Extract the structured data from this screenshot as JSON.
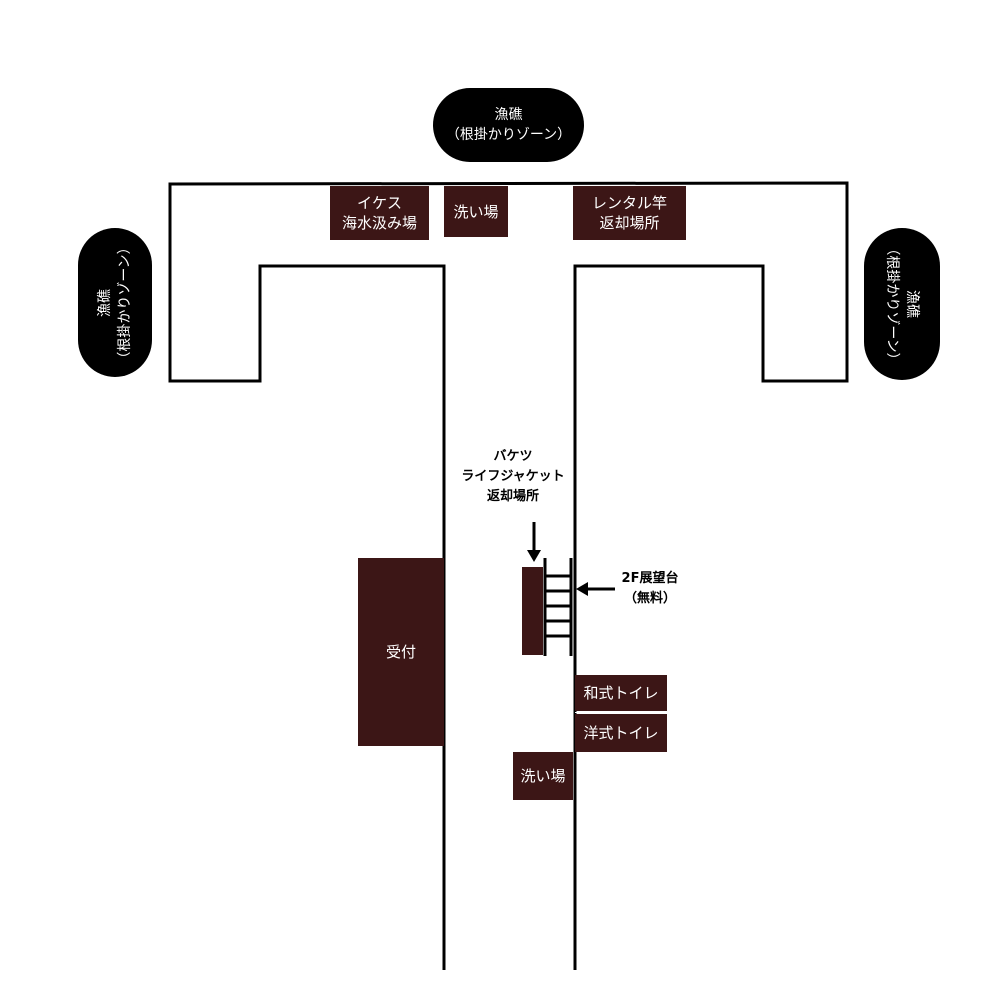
{
  "colors": {
    "facility": "#3c1616",
    "line": "#000000",
    "pill": "#000000",
    "background": "#ffffff"
  },
  "zones": {
    "top": "漁礁\n（根掛かりゾーン）",
    "left": "漁礁\n（根掛かりゾーン）",
    "right": "漁礁\n（根掛かりゾーン）"
  },
  "facilities": {
    "ikesu": "イケス\n海水汲み場",
    "wash_top": "洗い場",
    "rental_return": "レンタル竿\n返却場所",
    "reception": "受付",
    "japanese_toilet": "和式トイレ",
    "western_toilet": "洋式トイレ",
    "wash_bottom": "洗い場"
  },
  "callouts": {
    "bucket_return": "バケツ\nライフジャケット\n返却場所",
    "observation_deck": "2F展望台\n（無料）"
  }
}
